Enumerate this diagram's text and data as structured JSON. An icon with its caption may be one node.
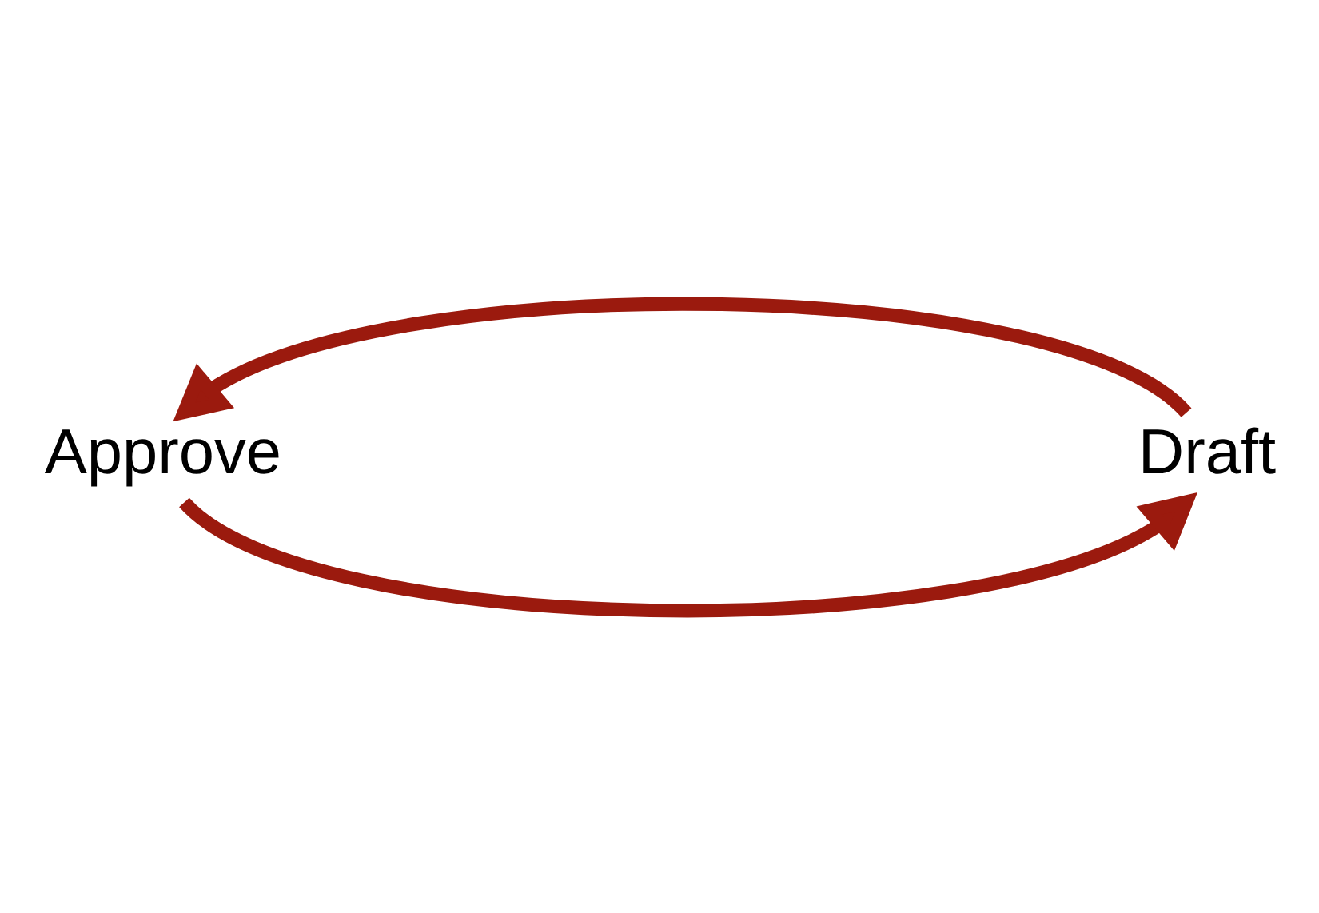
{
  "diagram": {
    "nodes": [
      {
        "text": [
          "Approve"
        ]
      },
      {
        "text": [
          "Draft"
        ]
      }
    ],
    "edges": [
      {
        "from": 0,
        "to": 1,
        "arrow": "to"
      },
      {
        "from": 1,
        "to": 0,
        "arrow": "to"
      }
    ]
  }
}
